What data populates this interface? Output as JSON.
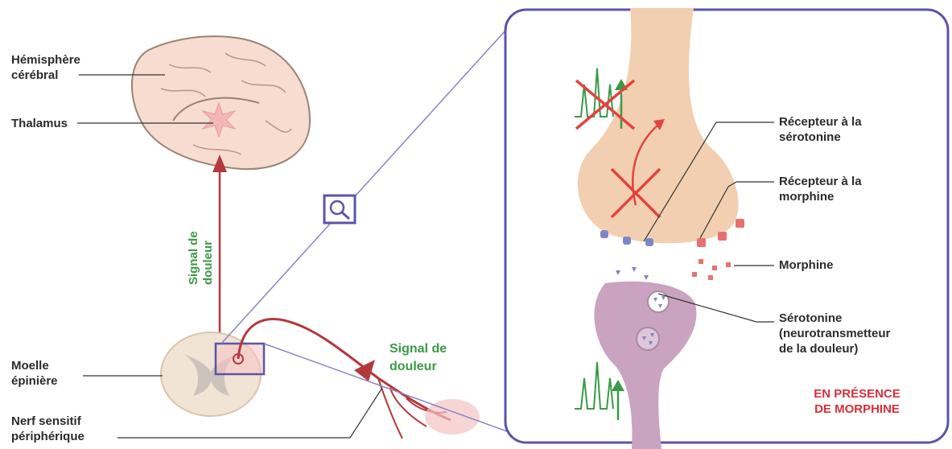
{
  "labels": {
    "hemisphere": [
      "Hémisphère",
      "cérébral"
    ],
    "thalamus": "Thalamus",
    "signal_vertical": [
      "Signal de",
      "douleur"
    ],
    "moelle": [
      "Moelle",
      "épinière"
    ],
    "nerf": [
      "Nerf sensitif",
      "périphérique"
    ],
    "signal_nerve": [
      "Signal de",
      "douleur"
    ],
    "recepteur_serotonine": [
      "Récepteur à la",
      "sérotonine"
    ],
    "recepteur_morphine": [
      "Récepteur à la",
      "morphine"
    ],
    "morphine": "Morphine",
    "serotonine": [
      "Sérotonine",
      "(neurotransmetteur",
      "de la douleur)"
    ],
    "condition": [
      "EN PRÉSENCE",
      "DE MORPHINE"
    ]
  },
  "icons": [
    "magnifier-icon",
    "signal-wave-icon",
    "arrow-up-icon",
    "cross-icon"
  ],
  "colors": {
    "frame": "#5b54a8",
    "pain_path": "#b5383c",
    "signal_green": "#3a9a45",
    "cross_red": "#e2433f",
    "presynaptic": "#f2cfb0",
    "postsynaptic": "#c9a3bf",
    "serotonin_receptor": "#7d86c8",
    "morphine_receptor": "#e8716f"
  }
}
